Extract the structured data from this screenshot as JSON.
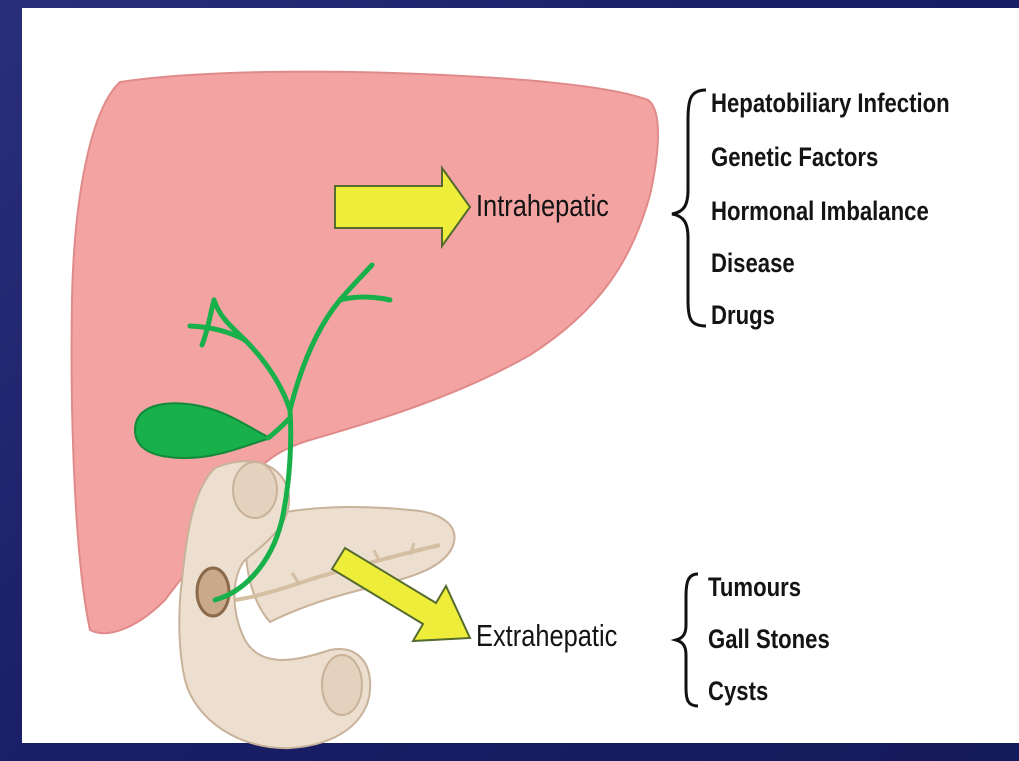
{
  "diagram": {
    "intrahepatic": {
      "label": "Intrahepatic",
      "causes": [
        "Hepatobiliary Infection",
        "Genetic Factors",
        "Hormonal Imbalance",
        "Disease",
        "Drugs"
      ]
    },
    "extrahepatic": {
      "label": "Extrahepatic",
      "causes": [
        "Tumours",
        "Gall Stones",
        "Cysts"
      ]
    }
  },
  "colors": {
    "liver": "#f4a3a3",
    "liver_outline": "#e08a8a",
    "bile_duct": "#18b04a",
    "arrow_fill": "#eeee3a",
    "arrow_stroke": "#556b2f",
    "pancreas": "#ecdfcf",
    "pancreas_outline": "#c9b29a",
    "slide_background": "#1b1f6b"
  }
}
